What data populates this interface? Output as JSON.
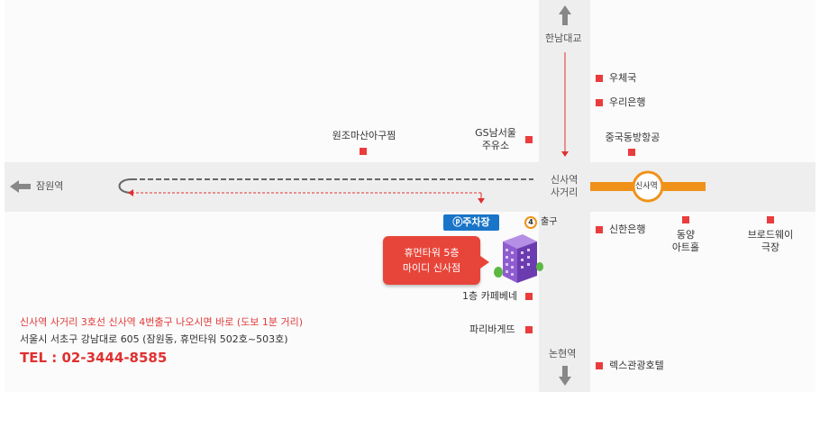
{
  "roads": {
    "north": "한남대교",
    "south": "논현역",
    "west": "잠원역",
    "crossing_line1": "신사역",
    "crossing_line2": "사거리"
  },
  "station": {
    "name": "신사역",
    "line_color": "#f0921a"
  },
  "places": {
    "post_office": "우체국",
    "woori_bank": "우리은행",
    "wonjo": "원조마산아구찜",
    "gs_line1": "GS남서울",
    "gs_line2": "주유소",
    "china_east": "중국동방항공",
    "shinhan": "신한은행",
    "dongyang_line1": "동양",
    "dongyang_line2": "아트홀",
    "broadway_line1": "브로드웨이",
    "broadway_line2": "극장",
    "caffe": "1층 카페베네",
    "paris": "파리바게뜨",
    "rex": "렉스관광호텔"
  },
  "parking": "ⓟ주차장",
  "exit": {
    "number": "4",
    "label": "출구"
  },
  "bubble": {
    "line1": "휴먼타워 5층",
    "line2": "마이디 신사점"
  },
  "info": {
    "directions": "신사역 사거리 3호선 신사역 4번출구 나오시면 바로 (도보 1분 거리)",
    "address": "서울시 서초구 강남대로 605 (잠원동, 휴먼타워 502호~503호)",
    "tel": "TEL : 02-3444-8585"
  },
  "colors": {
    "marker": "#ea3c3c",
    "route": "#e03030",
    "parking": "#1a75c8",
    "accent": "#f0921a"
  }
}
